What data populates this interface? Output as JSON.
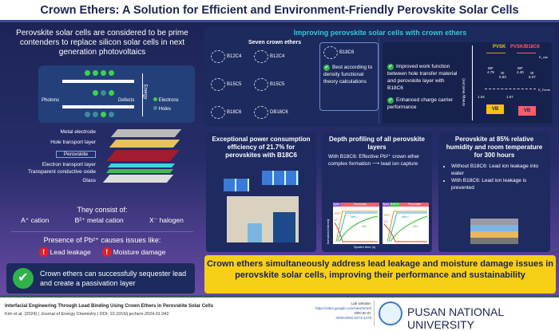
{
  "title": "Crown Ethers: A Solution for Efficient and Environment-Friendly Perovskite Solar Cells",
  "left": {
    "intro": "Perovskite solar cells are considered to be prime contenders to replace silicon solar cells in next generation photovoltaics",
    "diagram": {
      "photons": "Photons",
      "defects": "Defects",
      "energy": "Energy",
      "electrons": "Electrons",
      "holes": "Holes"
    },
    "layers": [
      "Metal electrode",
      "Hole transport layer",
      "Perovskite",
      "Electron transport layer",
      "Transparent conductive oxide",
      "Glass"
    ],
    "consist_title": "They consist of:",
    "consist": [
      "A⁺ cation",
      "B²⁺ metal cation",
      "X⁻ halogen"
    ],
    "issues_title": "Presence of Pb²⁺ causes issues like:",
    "issues": [
      "Lead leakage",
      "Moisture damage"
    ],
    "conclusion": "Crown ethers can successfully sequester lead and create a passivation layer"
  },
  "top": {
    "title": "Improving perovskite solar cells with crown ethers",
    "seven": "Seven crown ethers",
    "ethers": [
      "B12C4",
      "B12C4",
      "B15C5",
      "B15C5",
      "B18C6",
      "DB18C6"
    ],
    "best_name": "B18C6",
    "best_text": "Best according to density functional theory calculations",
    "points": [
      "Improved work function between hole transfer material and perovskite layer with B18C6",
      "Enhanced charge carrier performance"
    ],
    "energy": {
      "ylabel": "Energy level (eV)",
      "pvsk": "PVSK",
      "pvskb": "PVSK/B18C6",
      "wf": "WF",
      "ie": "IE",
      "wf1": "4.79",
      "ie1": "5.83",
      "wf2": "4.40",
      "ie2": "6.07",
      "g1": "1.04",
      "g2": "1.67",
      "vb": "VB",
      "evac": "E_vac",
      "ef": "E_Fermi"
    }
  },
  "cards": [
    {
      "title": "Exceptional power consumption efficiency of 21.7% for perovskites with B18C6"
    },
    {
      "title": "Depth profiling of all perovskite layers",
      "text": "With B18C6: Effective Pb²⁺ crown ether complex formation ⟶ lead ion capture",
      "plot": {
        "ylabel": "Normalized intensity",
        "xlabel": "Sputter time (s)",
        "spiro": "Spiro",
        "b18c6": "B18C6",
        "perov": "Perovskite",
        "pb": "Pb²⁺",
        "nh": "NH₄⁺",
        "cs": "Cs⁺",
        "li": "Li⁺"
      }
    },
    {
      "title": "Perovskite at 85% relative humidity and room temperature for 300 hours",
      "bullets": [
        "Without B18C6: Lead ion leakage into water",
        "With B18C6: Lead ion leakage is prevented"
      ]
    }
  ],
  "banner": "Crown ethers simultaneously address lead leakage and moisture damage issues in perovskite solar cells, improving their performance and sustainability",
  "footer": {
    "paper": "Interfacial Engineering Through Lead Binding Using Crown Ethers in Perovskite Solar Cells",
    "cite": "Kim et al. (2024)  |  Journal of Energy Chemistry  |  DOI: 10.1016/j.jechem.2024.01.042",
    "lab_label": "Lab website:",
    "lab_url": "https://sites.google.com/view/nemd",
    "orcid_label": "ORCID ID:",
    "orcid": "0000-0002-0473-1279",
    "university": "PUSAN NATIONAL UNIVERSITY"
  }
}
